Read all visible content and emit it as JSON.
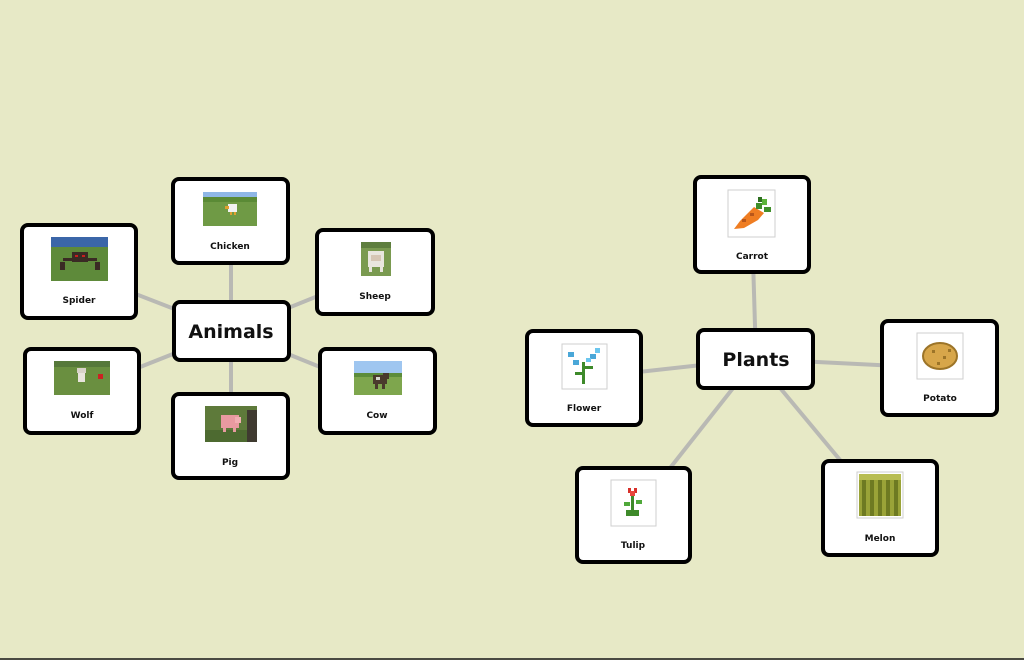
{
  "background": "#e7e9c6",
  "line_color": "#b9b9b4",
  "maps": [
    {
      "hub": {
        "label": "Animals"
      },
      "leaves": [
        {
          "label": "Chicken",
          "picture": "chicken-icon"
        },
        {
          "label": "Sheep",
          "picture": "sheep-icon"
        },
        {
          "label": "Cow",
          "picture": "cow-icon"
        },
        {
          "label": "Pig",
          "picture": "pig-icon"
        },
        {
          "label": "Wolf",
          "picture": "wolf-icon"
        },
        {
          "label": "Spider",
          "picture": "spider-icon"
        }
      ]
    },
    {
      "hub": {
        "label": "Plants"
      },
      "leaves": [
        {
          "label": "Carrot",
          "picture": "carrot-icon"
        },
        {
          "label": "Potato",
          "picture": "potato-icon"
        },
        {
          "label": "Melon",
          "picture": "melon-icon"
        },
        {
          "label": "Tulip",
          "picture": "tulip-icon"
        },
        {
          "label": "Flower",
          "picture": "flower-icon"
        }
      ]
    }
  ]
}
